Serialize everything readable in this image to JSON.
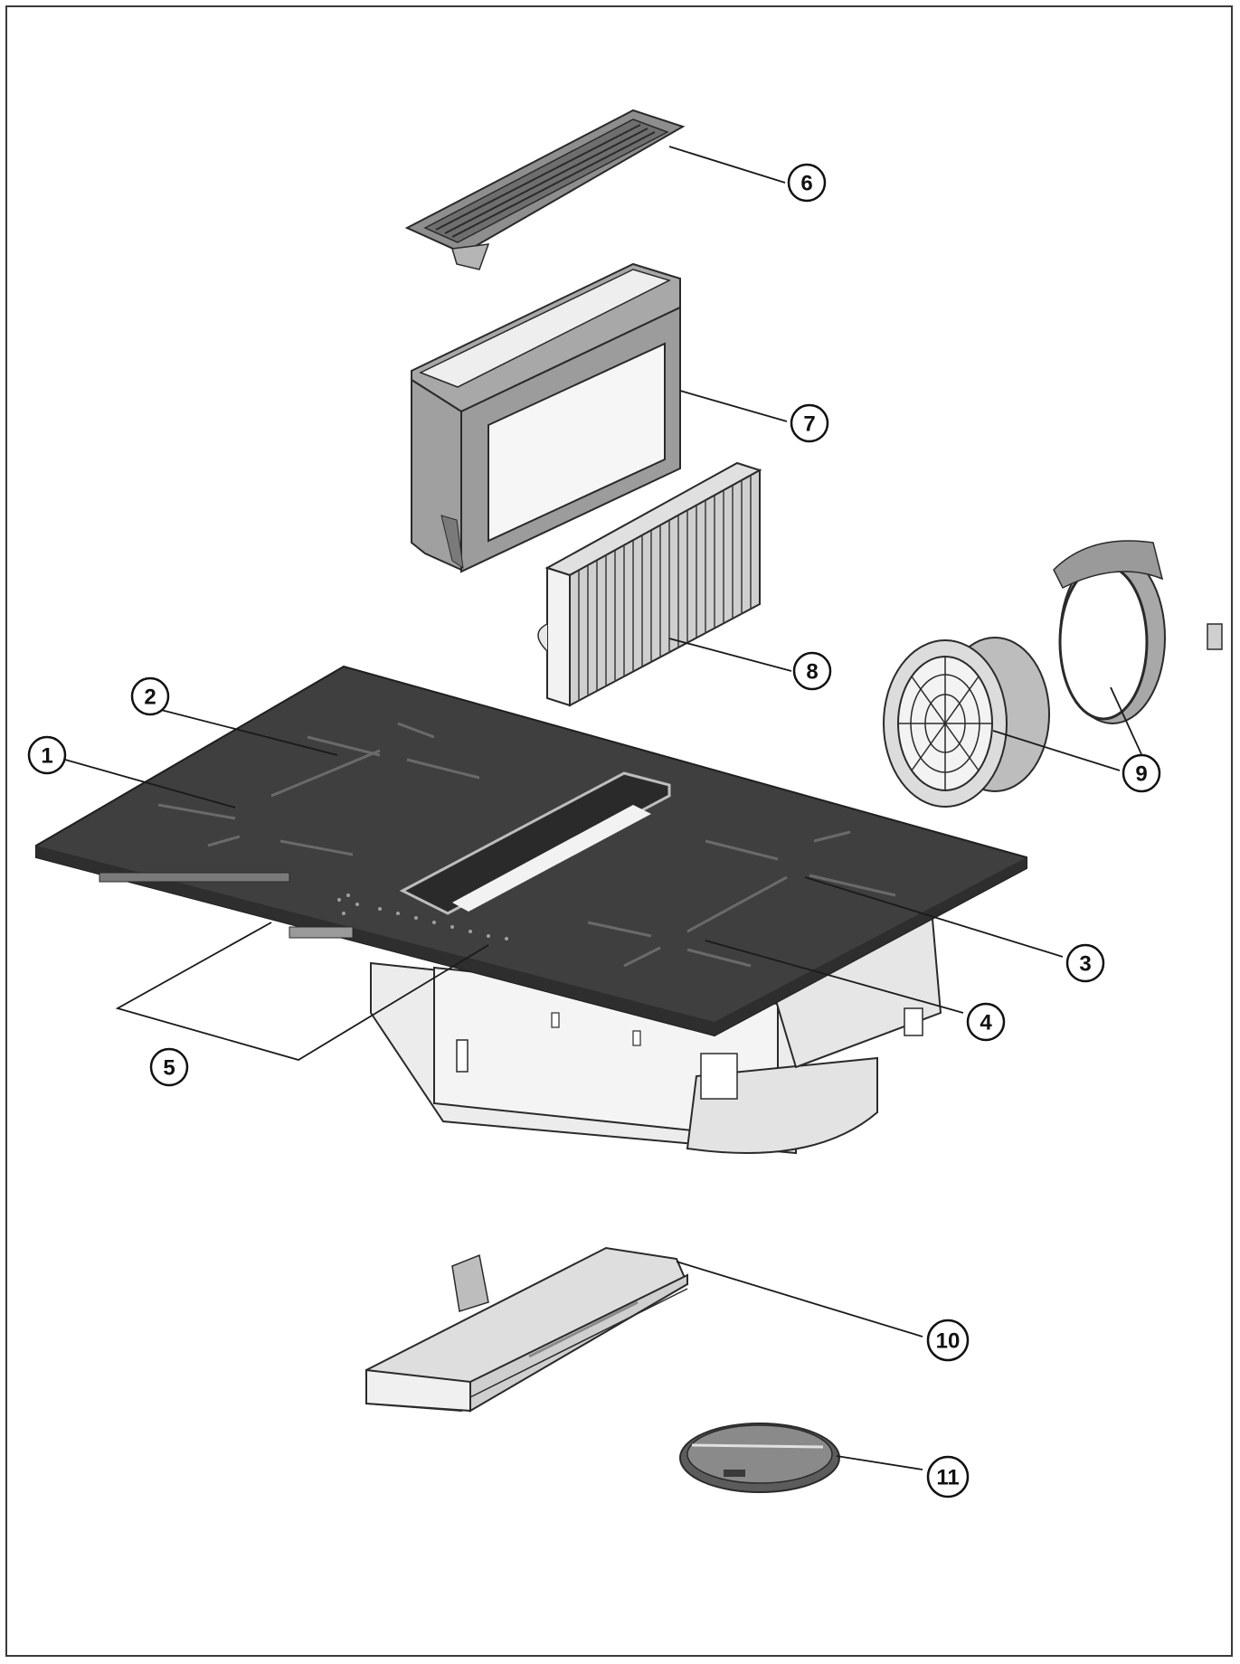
{
  "callouts": [
    {
      "id": "1",
      "label": "1"
    },
    {
      "id": "2",
      "label": "2"
    },
    {
      "id": "3",
      "label": "3"
    },
    {
      "id": "4",
      "label": "4"
    },
    {
      "id": "5",
      "label": "5"
    },
    {
      "id": "6",
      "label": "6"
    },
    {
      "id": "7",
      "label": "7"
    },
    {
      "id": "8",
      "label": "8"
    },
    {
      "id": "9",
      "label": "9"
    },
    {
      "id": "10",
      "label": "10"
    },
    {
      "id": "11",
      "label": "11"
    }
  ],
  "colors": {
    "hob_glass": "#4a4a4a",
    "outline": "#2a2a2a",
    "filter_fill": "#bdbdbd",
    "light_part": "#ececec",
    "mid_part": "#9a9a9a"
  }
}
